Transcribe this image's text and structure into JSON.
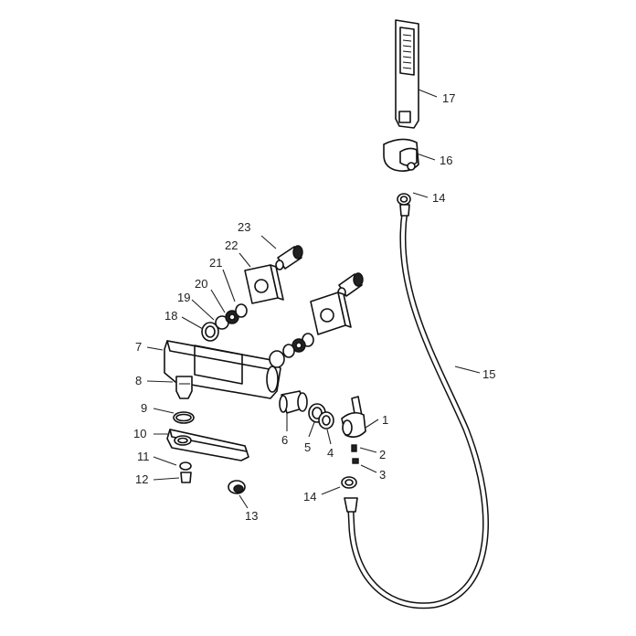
{
  "diagram": {
    "callouts": [
      {
        "id": "c1",
        "text": "1"
      },
      {
        "id": "c2",
        "text": "2"
      },
      {
        "id": "c3",
        "text": "3"
      },
      {
        "id": "c4",
        "text": "4"
      },
      {
        "id": "c5",
        "text": "5"
      },
      {
        "id": "c6",
        "text": "6"
      },
      {
        "id": "c7",
        "text": "7"
      },
      {
        "id": "c8",
        "text": "8"
      },
      {
        "id": "c9",
        "text": "9"
      },
      {
        "id": "c10",
        "text": "10"
      },
      {
        "id": "c11",
        "text": "11"
      },
      {
        "id": "c12",
        "text": "12"
      },
      {
        "id": "c13",
        "text": "13"
      },
      {
        "id": "c14a",
        "text": "14"
      },
      {
        "id": "c14b",
        "text": "14"
      },
      {
        "id": "c15",
        "text": "15"
      },
      {
        "id": "c16",
        "text": "16"
      },
      {
        "id": "c17",
        "text": "17"
      },
      {
        "id": "c18",
        "text": "18"
      },
      {
        "id": "c19",
        "text": "19"
      },
      {
        "id": "c20",
        "text": "20"
      },
      {
        "id": "c21",
        "text": "21"
      },
      {
        "id": "c22",
        "text": "22"
      },
      {
        "id": "c23",
        "text": "23"
      }
    ]
  }
}
